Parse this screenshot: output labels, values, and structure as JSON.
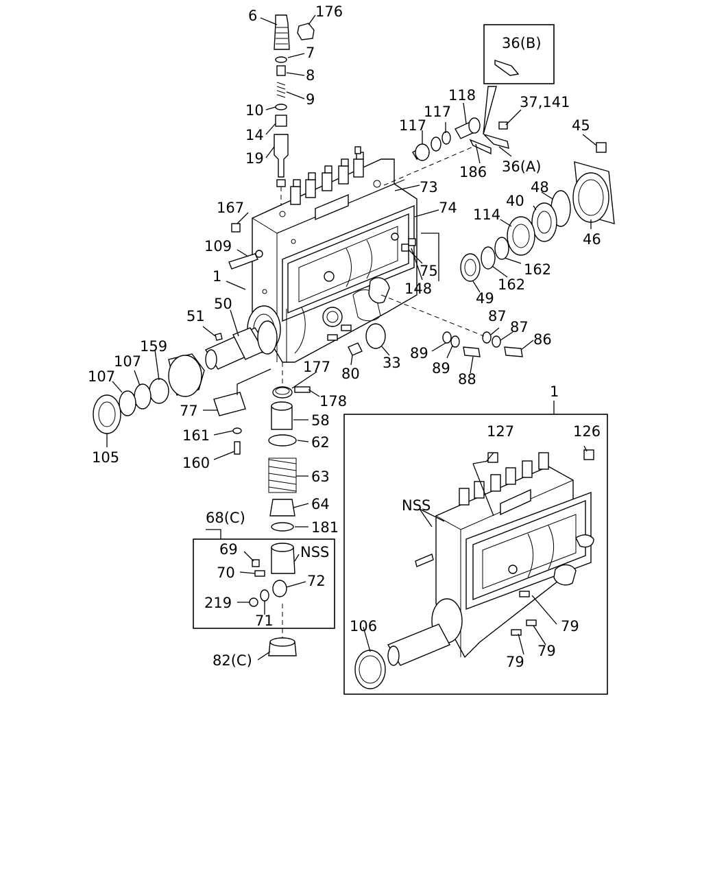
{
  "labels": {
    "l6": "6",
    "l176": "176",
    "l7": "7",
    "l8": "8",
    "l9": "9",
    "l10": "10",
    "l14": "14",
    "l19": "19",
    "l36b": "36(B)",
    "l118": "118",
    "l117a": "117",
    "l117b": "117",
    "l37_141": "37,141",
    "l45": "45",
    "l186": "186",
    "l36a": "36(A)",
    "l73": "73",
    "l74": "74",
    "l48": "48",
    "l40": "40",
    "l114": "114",
    "l167": "167",
    "l109": "109",
    "l1": "1",
    "l46": "46",
    "l75": "75",
    "l148": "148",
    "l162a": "162",
    "l162b": "162",
    "l49": "49",
    "l50": "50",
    "l51": "51",
    "l159": "159",
    "l107a": "107",
    "l107b": "107",
    "l87a": "87",
    "l87b": "87",
    "l86": "86",
    "l89a": "89",
    "l89b": "89",
    "l88": "88",
    "l33": "33",
    "l80": "80",
    "l177": "177",
    "l178": "178",
    "l105": "105",
    "l77": "77",
    "l58": "58",
    "l161": "161",
    "l62": "62",
    "l160": "160",
    "l63": "63",
    "l64": "64",
    "l68c": "68(C)",
    "l181": "181",
    "l69": "69",
    "lnss1": "NSS",
    "l70": "70",
    "l72": "72",
    "l219": "219",
    "l71": "71",
    "l82c": "82(C)",
    "l1b": "1",
    "l127": "127",
    "l126": "126",
    "lnss2": "NSS",
    "l106": "106",
    "l79a": "79",
    "l79b": "79",
    "l79c": "79"
  }
}
